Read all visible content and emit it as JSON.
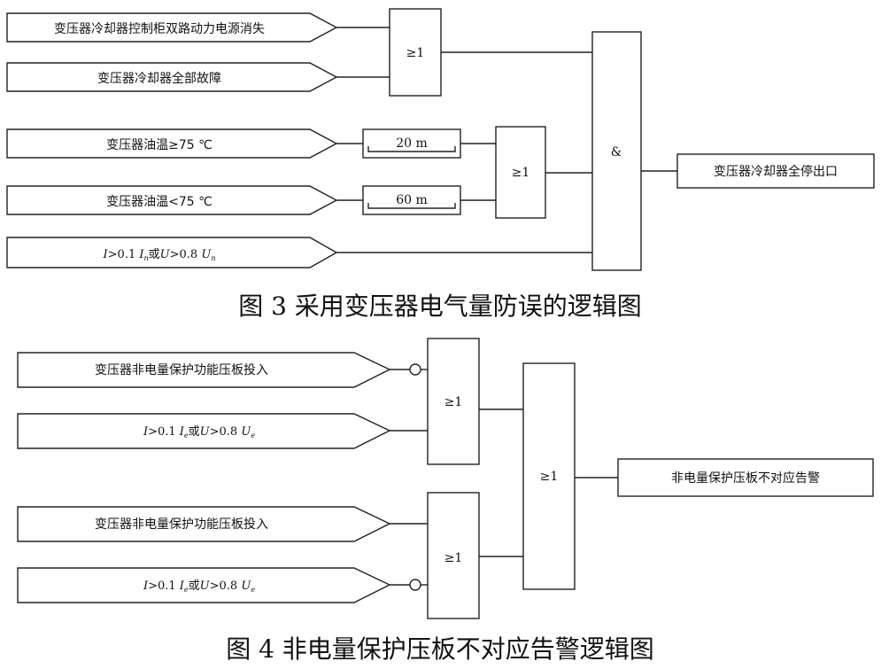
{
  "figure3": {
    "caption": "图 3 采用变压器电气量防误的逻辑图",
    "inputs": [
      "变压器冷却器控制柜双路动力电源消失",
      "变压器冷却器全部故障",
      "变压器油温≥75 ℃",
      "变压器油温<75 ℃"
    ],
    "condition": {
      "i": "I",
      "i_op": ">0.1 ",
      "i_sym": "I",
      "i_sub": "n",
      "or": "或",
      "u": "U",
      "u_op": ">0.8 ",
      "u_sym": "U",
      "u_sub": "n"
    },
    "timers": [
      "20 m",
      "60 m"
    ],
    "or_gate_1": "≥1",
    "or_gate_2": "≥1",
    "and_gate": "&",
    "output": "变压器冷却器全停出口"
  },
  "figure4": {
    "caption": "图 4 非电量保护压板不对应告警逻辑图",
    "inputs": [
      "变压器非电量保护功能压板投入",
      "变压器非电量保护功能压板投入"
    ],
    "condition": {
      "i": "I",
      "i_op": ">0.1 ",
      "i_sym": "I",
      "i_sub": "e",
      "or": "或",
      "u": "U",
      "u_op": ">0.8 ",
      "u_sym": "U",
      "u_sub": "e"
    },
    "or_gate_1": "≥1",
    "or_gate_2": "≥1",
    "or_gate_3": "≥1",
    "output": "非电量保护压板不对应告警"
  }
}
